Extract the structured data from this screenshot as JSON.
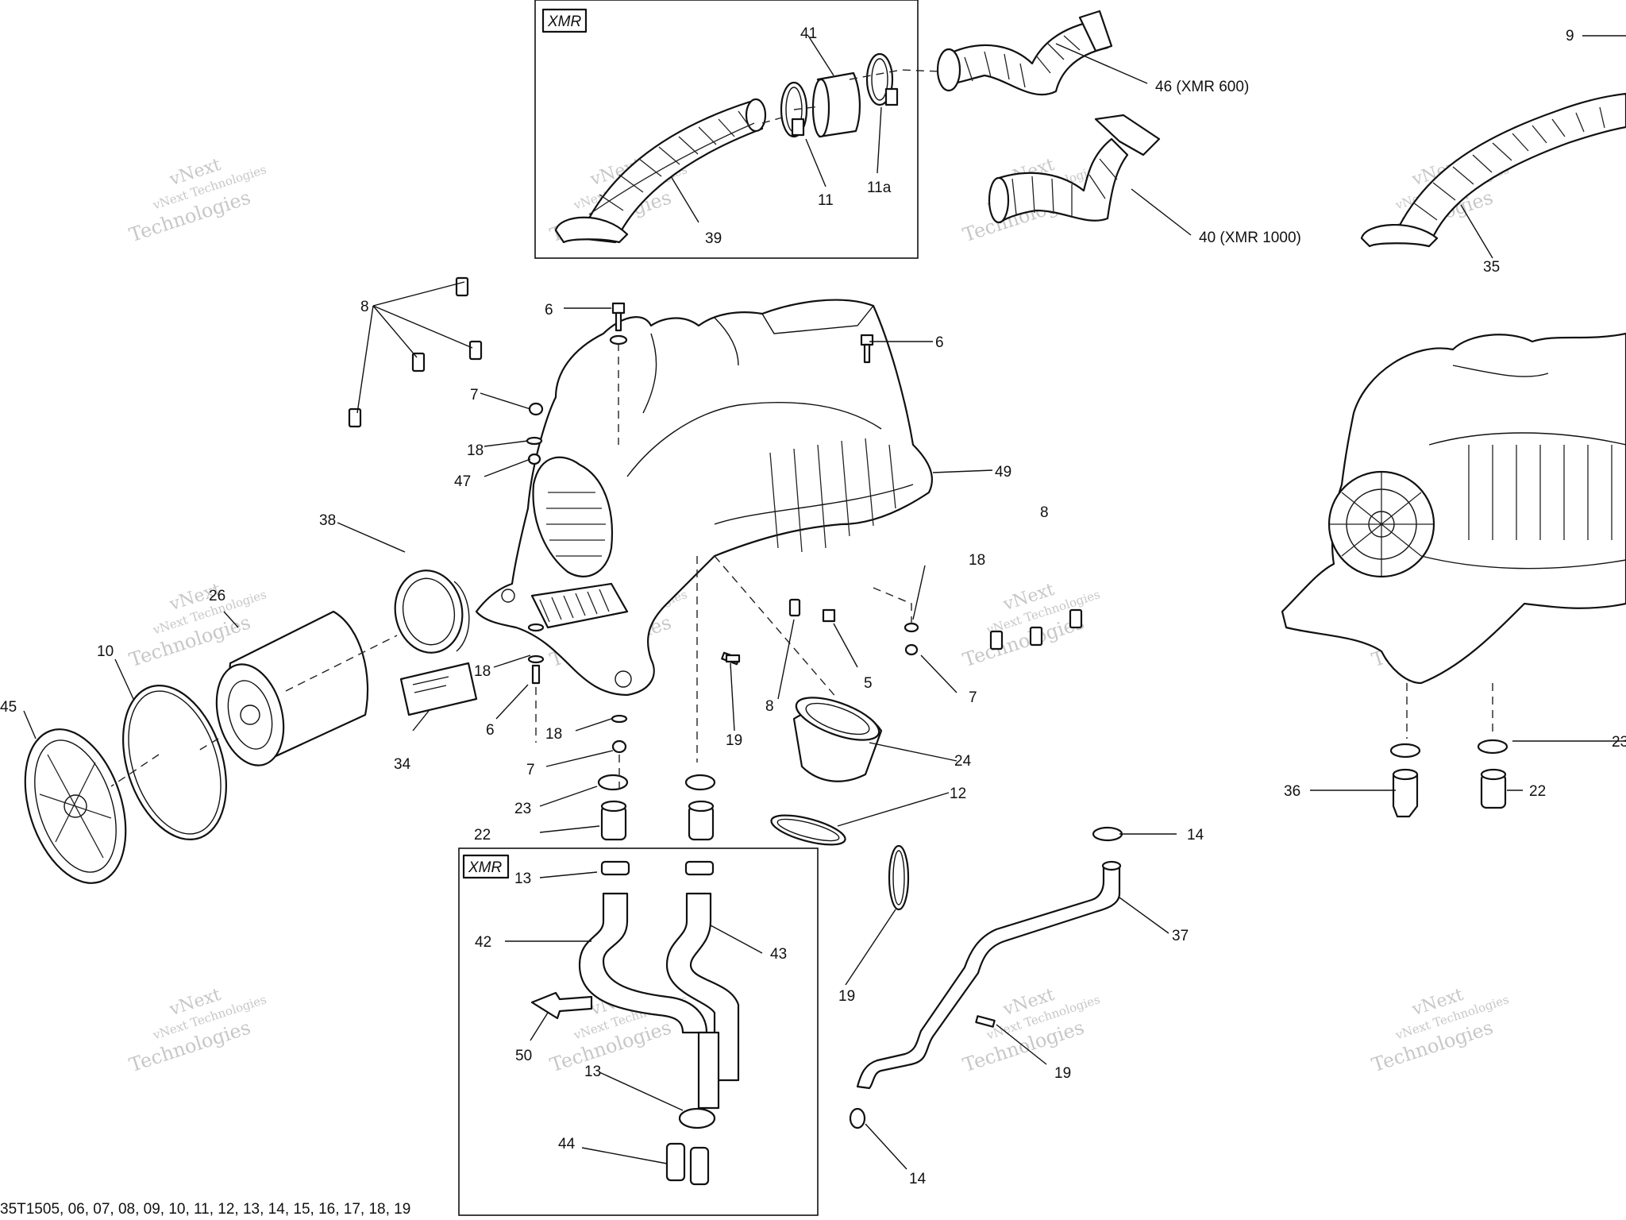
{
  "diagram": {
    "box_labels": [
      "XMR",
      "XMR"
    ],
    "footer": "35T1505, 06, 07, 08, 09, 10, 11, 12, 13, 14, 15, 16, 17, 18, 19",
    "watermark": {
      "line1": "vNext",
      "line2": "vNext Technologies",
      "line3": "Technologies"
    },
    "callouts": [
      "41",
      "46 (XMR 600)",
      "11",
      "11a",
      "39",
      "40 (XMR 1000)",
      "9",
      "35",
      "8",
      "6",
      "6",
      "7",
      "18",
      "47",
      "49",
      "38",
      "26",
      "10",
      "45",
      "34",
      "18",
      "6",
      "18",
      "7",
      "19",
      "8",
      "5",
      "18",
      "7",
      "8",
      "24",
      "23",
      "22",
      "13",
      "42",
      "43",
      "50",
      "13",
      "44",
      "12",
      "14",
      "37",
      "19",
      "19",
      "14",
      "23",
      "36",
      "22"
    ]
  }
}
